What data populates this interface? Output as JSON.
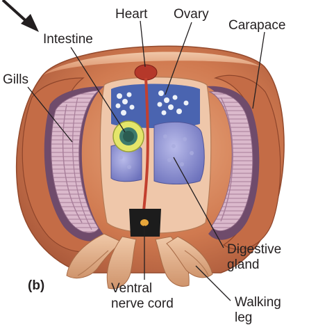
{
  "figure": {
    "panel_letter": "(b)",
    "labels": {
      "heart": "Heart",
      "ovary": "Ovary",
      "carapace": "Carapace",
      "intestine": "Intestine",
      "gills": "Gills",
      "digestive_gland_line1": "Digestive",
      "digestive_gland_line2": "gland",
      "ventral_nerve_cord_line1": "Ventral",
      "ventral_nerve_cord_line2": "nerve cord",
      "walking_leg_line1": "Walking",
      "walking_leg_line2": "leg"
    },
    "colors": {
      "carapace_shell": "#c9744e",
      "carapace_outer": "#d98a62",
      "carapace_inner": "#e8b692",
      "gill_lamellae": "#d8b4c8",
      "gill_lines": "#9d6f8f",
      "gill_chamber": "#6f4b6b",
      "digestive_gland": "#8a8fd0",
      "digestive_gland_light": "#b7b9e6",
      "intestine_ring": "#e6e86a",
      "intestine_core": "#3d7a6c",
      "heart": "#b5382a",
      "ovary_spots": "#e8eef5",
      "ovary_bg": "#4a64b0",
      "nerve_cord": "#1c1c1c",
      "legs": "#e3b18e",
      "arrow": "#231f20"
    }
  }
}
